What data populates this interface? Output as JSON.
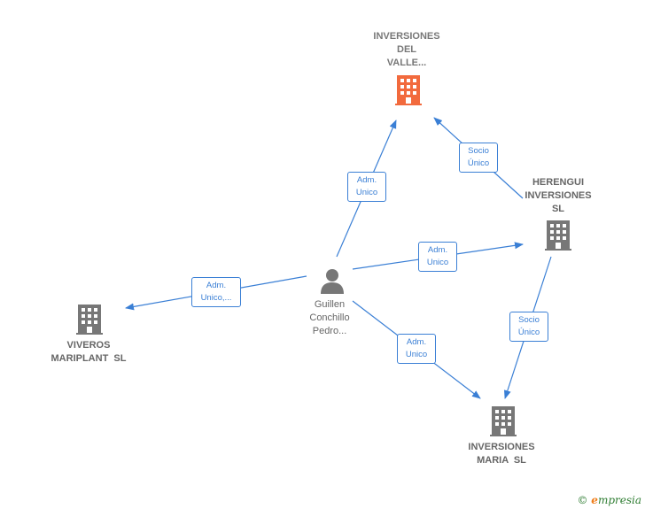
{
  "nodes": {
    "inversiones_del_valle": {
      "lines": [
        "INVERSIONES",
        "DEL",
        "VALLE..."
      ],
      "icon": "building-icon",
      "color": "#f26a3d"
    },
    "herengui": {
      "lines": [
        "HERENGUI",
        "INVERSIONES",
        "SL"
      ],
      "icon": "building-icon",
      "color": "#777777"
    },
    "viveros": {
      "lines": [
        "VIVEROS",
        "MARIPLANT  SL"
      ],
      "icon": "building-icon",
      "color": "#777777"
    },
    "inversiones_maria": {
      "lines": [
        "INVERSIONES",
        "MARIA  SL"
      ],
      "icon": "building-icon",
      "color": "#777777"
    },
    "guillen": {
      "lines": [
        "Guillen",
        "Conchillo",
        "Pedro..."
      ],
      "icon": "person-icon",
      "color": "#777777"
    }
  },
  "edges": {
    "guillen_valle": {
      "lines": [
        "Adm.",
        "Unico"
      ]
    },
    "herengui_valle": {
      "lines": [
        "Socio",
        "Único"
      ]
    },
    "guillen_herengui": {
      "lines": [
        "Adm.",
        "Unico"
      ]
    },
    "guillen_viveros": {
      "lines": [
        "Adm.",
        "Unico,..."
      ]
    },
    "guillen_maria": {
      "lines": [
        "Adm.",
        "Unico"
      ]
    },
    "herengui_maria": {
      "lines": [
        "Socio",
        "Único"
      ]
    }
  },
  "edge_color": "#3a7fd5",
  "footer": {
    "copyright_symbol": "©",
    "brand_first": "e",
    "brand_rest": "mpresia"
  }
}
